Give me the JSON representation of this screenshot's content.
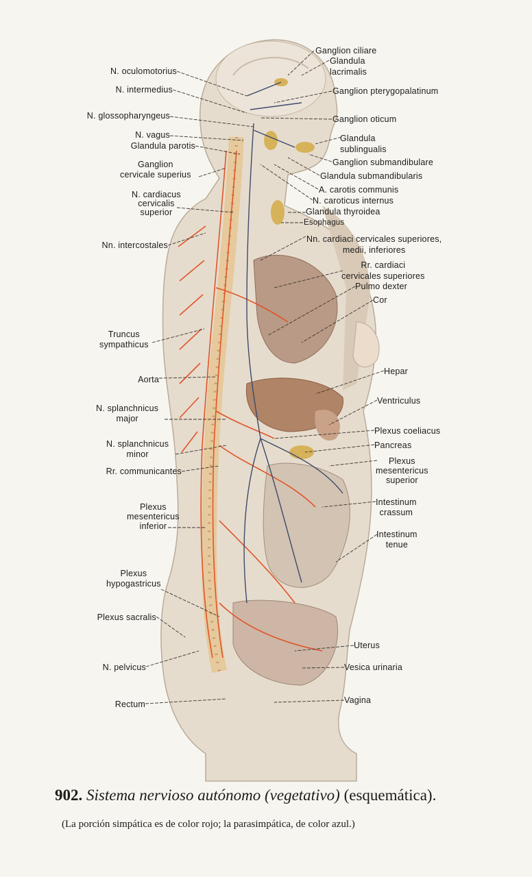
{
  "figure": {
    "number": "902.",
    "title_italic": "Sistema nervioso autónomo (vegetativo)",
    "title_plain": "(esquemática).",
    "subtitle": "(La porción simpática es de color rojo; la parasimpática, de color azul.)",
    "colors": {
      "sympathetic": "#e0542a",
      "parasympathetic": "#3c4a6a",
      "skin": "#e6dccd",
      "page": "#f7f5f0"
    }
  },
  "labels_left": [
    "N. oculomotorius",
    "N. intermedius",
    "N. glossopharyngeus",
    "N. vagus",
    "Glandula parotis",
    "Ganglion\ncervicale superius",
    "N. cardiacus\ncervicalis\nsuperior",
    "Nn. intercostales",
    "Truncus\nsympathicus",
    "Aorta",
    "N. splanchnicus\nmajor",
    "N. splanchnicus\nminor",
    "Rr. communicantes",
    "Plexus\nmesentericus\ninferior",
    "Plexus\nhypogastricus",
    "Plexus sacralis",
    "N. pelvicus",
    "Rectum"
  ],
  "labels_right": [
    "Ganglion ciliare",
    "Glandula\nlacrimalis",
    "Ganglion pterygopalatinum",
    "Ganglion oticum",
    "Glandula\nsublingualis",
    "Ganglion submandibulare",
    "Glandula submandibularis",
    "A. carotis communis",
    "N. caroticus internus",
    "Glandula thyroidea",
    "Esophagus",
    "Nn. cardiaci cervicales superiores,\nmedii, inferiores",
    "Rr. cardiaci\ncervicales superiores",
    "Pulmo dexter",
    "Cor",
    "Hepar",
    "Ventriculus",
    "Plexus coeliacus",
    "Pancreas",
    "Plexus\nmesentericus\nsuperior",
    "Intestinum\ncrassum",
    "Intestinum\ntenue",
    "Uterus",
    "Vesica urinaria",
    "Vagina"
  ]
}
